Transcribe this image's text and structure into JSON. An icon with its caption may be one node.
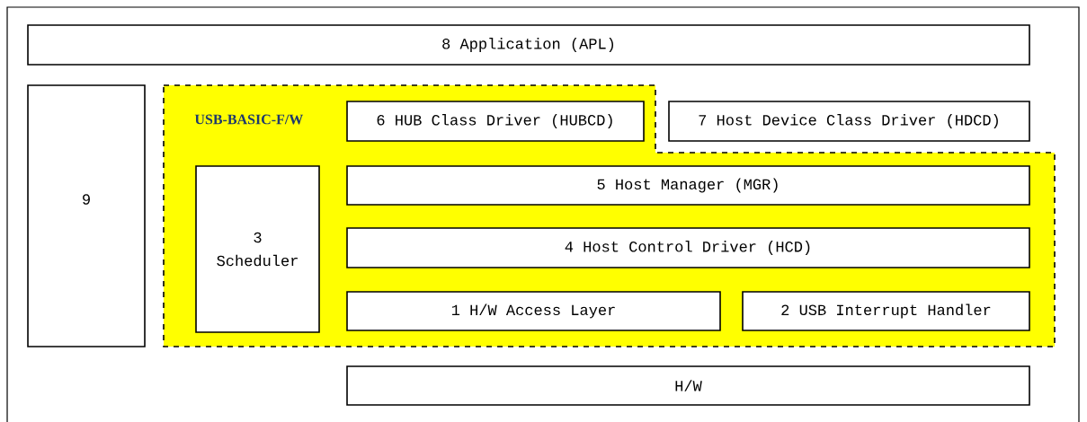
{
  "diagram": {
    "nodes": [
      {
        "text": [
          "8 Application (APL)"
        ]
      },
      {
        "text": [
          "9"
        ]
      },
      {
        "text": [
          "USB-BASIC-F/W"
        ]
      },
      {
        "text": [
          "3 Scheduler"
        ],
        "in": 2
      },
      {
        "text": [
          "6 HUB Class Driver (HUBCD)"
        ],
        "in": 2
      },
      {
        "text": [
          "7 Host Device Class Driver (HDCD)"
        ]
      },
      {
        "text": [
          "5 Host Manager (MGR)"
        ],
        "in": 2
      },
      {
        "text": [
          "4 Host Control Driver (HCD)"
        ],
        "in": 2
      },
      {
        "text": [
          "1 H/W Access Layer"
        ],
        "in": 2
      },
      {
        "text": [
          "2 USB Interrupt Handler"
        ],
        "in": 2
      },
      {
        "text": [
          "H/W"
        ]
      }
    ],
    "edges": []
  }
}
